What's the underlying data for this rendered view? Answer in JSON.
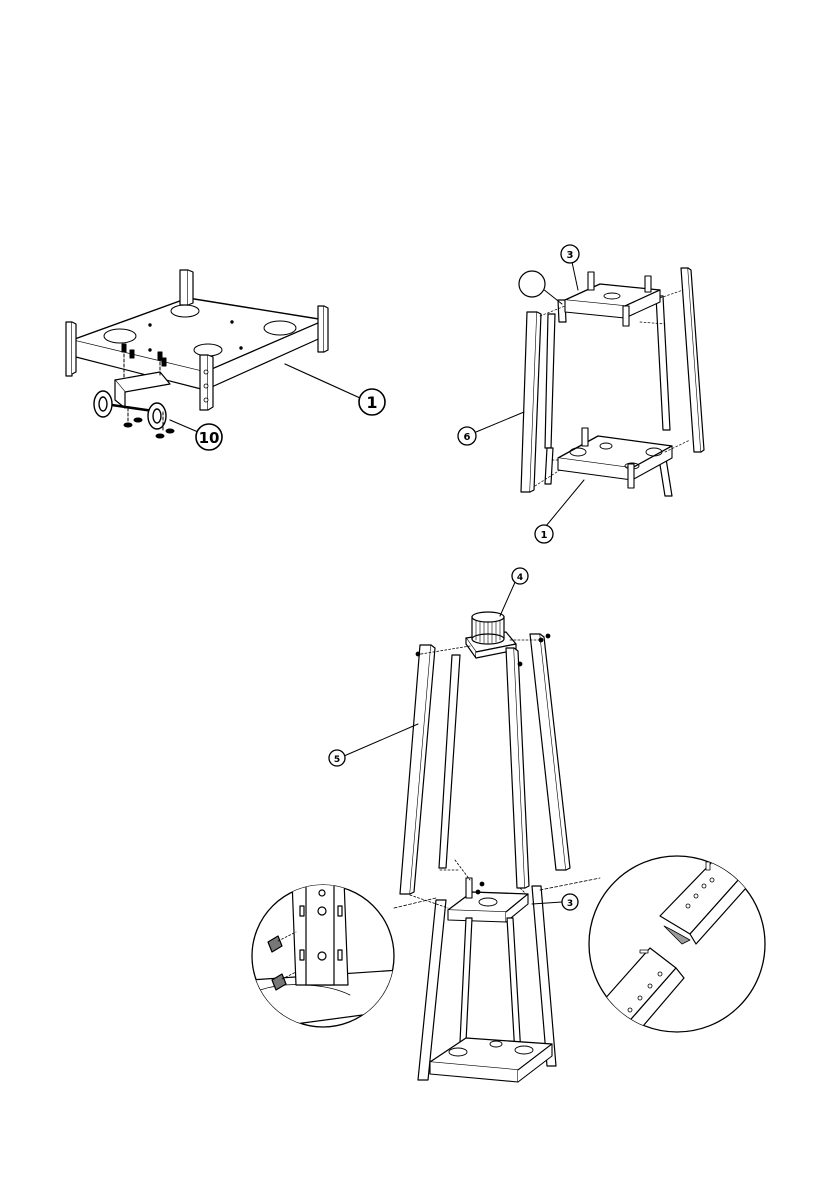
{
  "callouts": {
    "c1_top": "1",
    "c10": "10",
    "c3": "3",
    "c2_blank": "",
    "c6": "6",
    "c1_mid": "1",
    "c4": "4",
    "c5": "5",
    "c3_bottom": "3"
  },
  "colors": {
    "line": "#000000",
    "fill": "#ffffff",
    "shade": "#9a9a9a"
  },
  "icons": [
    "screw-icon",
    "washer-icon",
    "caster-wheel-icon"
  ]
}
